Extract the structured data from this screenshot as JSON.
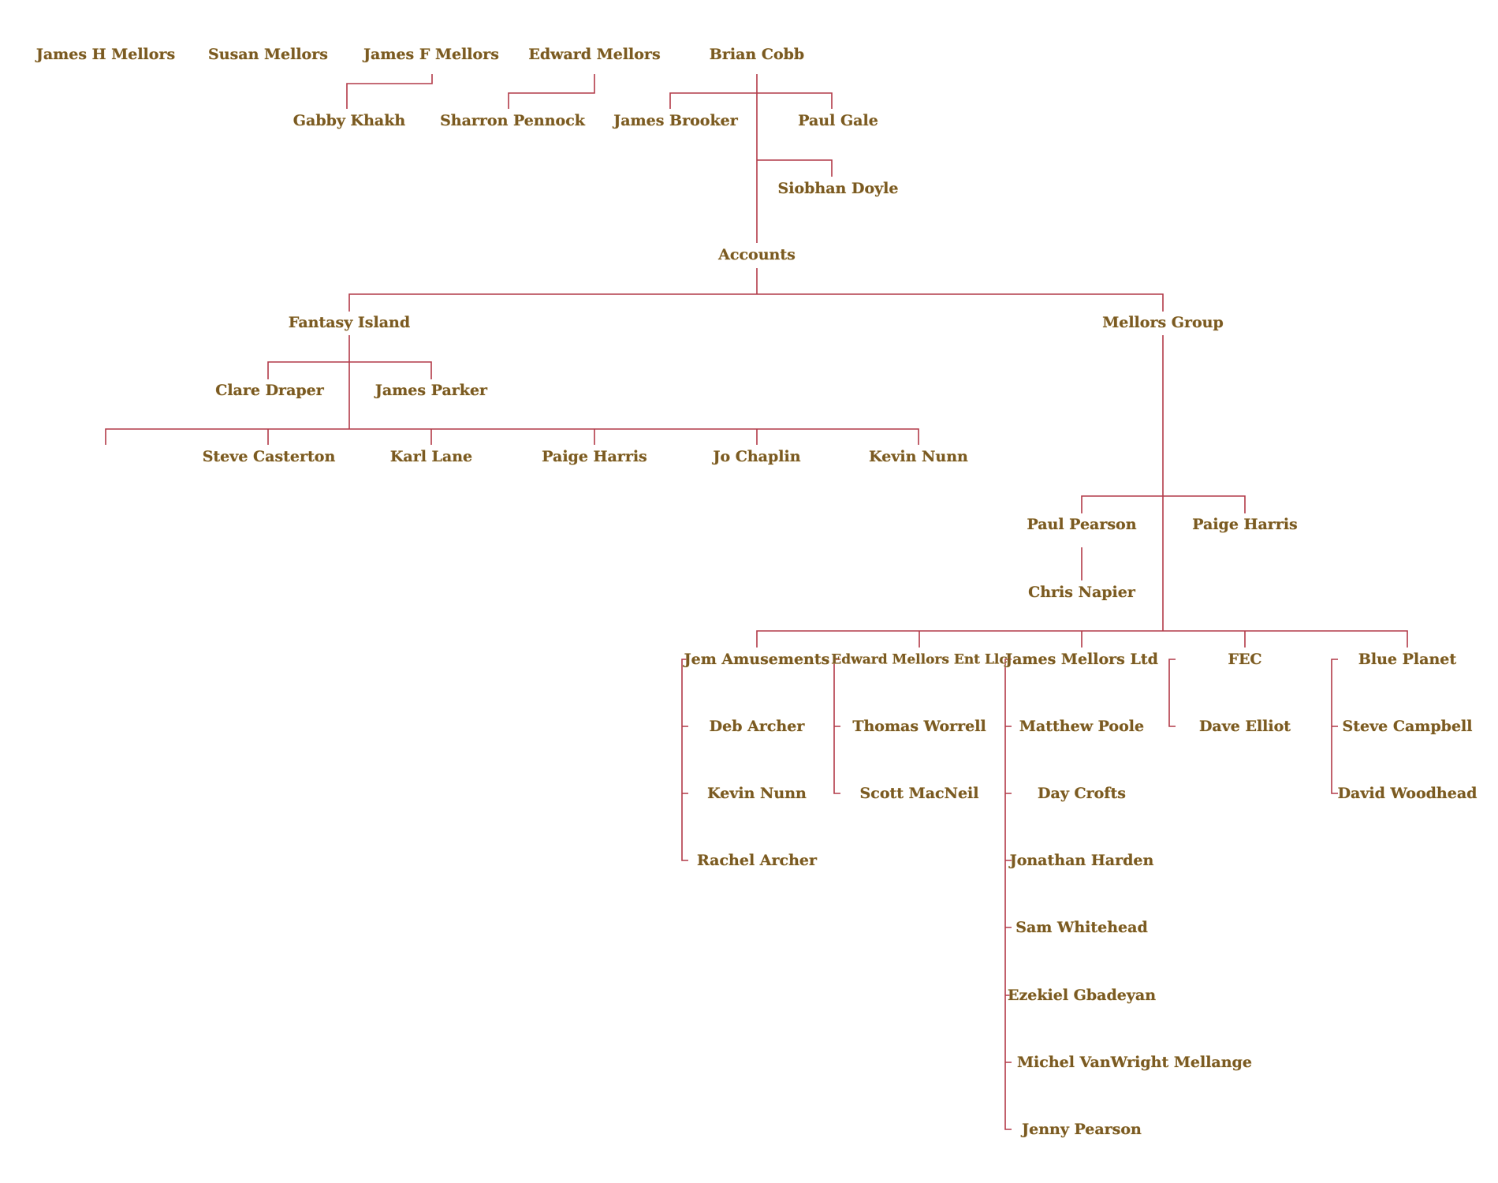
{
  "top_row": [
    "James H Mellors",
    "Susan Mellors",
    "James F Mellors",
    "Edward Mellors",
    "Brian Cobb"
  ],
  "level2": [
    "Gabby Khakh",
    "Sharron Pennock",
    "James Brooker",
    "Paul Gale"
  ],
  "siobhan": "Siobhan Doyle",
  "accounts": "Accounts",
  "fantasy_island": {
    "label": "Fantasy Island",
    "managers": [
      "Clare Draper",
      "James Parker"
    ],
    "staff": [
      "Steve Casterton",
      "Karl Lane",
      "Paige Harris",
      "Jo Chaplin",
      "Kevin Nunn"
    ]
  },
  "mellors_group": {
    "label": "Mellors Group",
    "managers": [
      "Paul Pearson",
      "Paige Harris"
    ],
    "assistant": "Chris Napier",
    "companies": [
      {
        "name": "Jem Amusements",
        "staff": [
          "Deb Archer",
          "Kevin Nunn",
          "Rachel Archer"
        ]
      },
      {
        "name": "Edward Mellors Ent Llc",
        "staff": [
          "Thomas Worrell",
          "Scott MacNeil"
        ]
      },
      {
        "name": "James Mellors Ltd",
        "staff": [
          "Matthew Poole",
          "Day Crofts",
          "Jonathan Harden",
          "Sam Whitehead",
          "Ezekiel Gbadeyan",
          "Michel VanWright Mellange",
          "Jenny Pearson"
        ]
      },
      {
        "name": "FEC",
        "staff": [
          "Dave Elliot"
        ]
      },
      {
        "name": "Blue Planet",
        "staff": [
          "Steve Campbell",
          "David Woodhead"
        ]
      }
    ]
  },
  "colors": {
    "text": "#7a5a22",
    "line": "#b23a48"
  }
}
